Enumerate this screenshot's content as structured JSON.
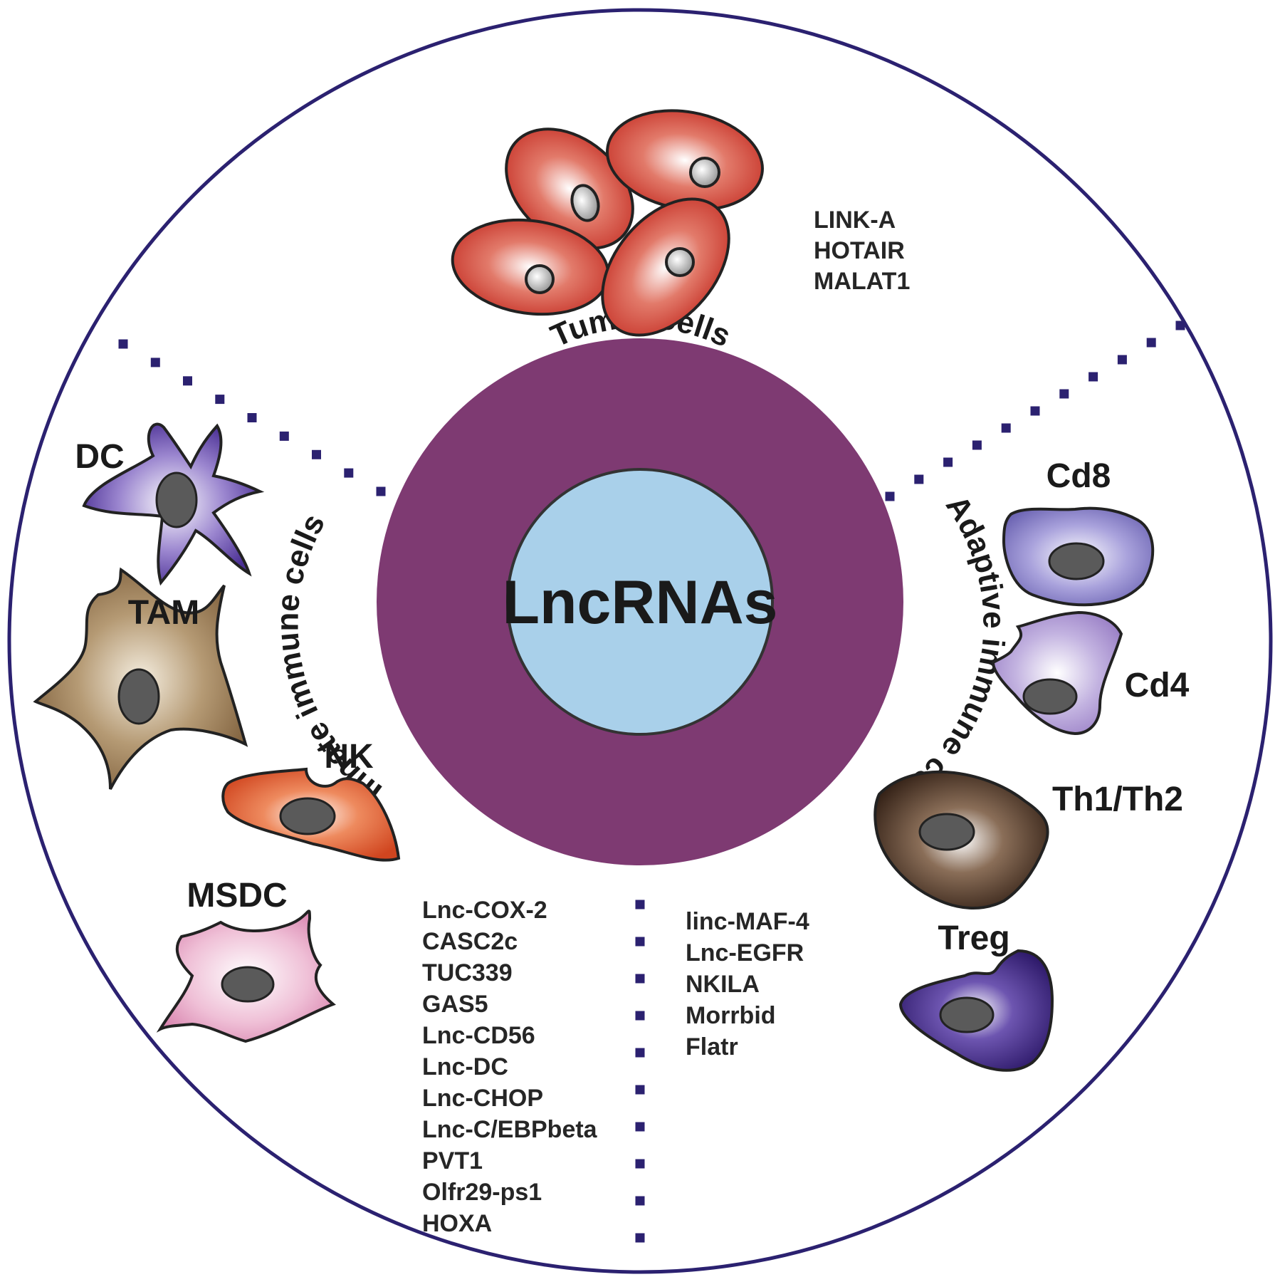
{
  "center_label": "LncRNAs",
  "ring_labels": {
    "tumor": "Tumor cells",
    "adaptive": "Adaptive immune cells",
    "innate": "Innate immune cells"
  },
  "cell_labels": {
    "dc": "DC",
    "tam": "TAM",
    "nk": "NK",
    "msdc": "MSDC",
    "cd8": "Cd8",
    "cd4": "Cd4",
    "th": "Th1/Th2",
    "treg": "Treg"
  },
  "tumor_lncrnas": [
    "LINK-A",
    "HOTAIR",
    "MALAT1"
  ],
  "innate_lncrnas": [
    "Lnc-COX-2",
    "CASC2c",
    "TUC339",
    "GAS5",
    "Lnc-CD56",
    "Lnc-DC",
    "Lnc-CHOP",
    "Lnc-C/EBPbeta",
    "PVT1",
    "Olfr29-ps1",
    "HOXA"
  ],
  "adaptive_lncrnas": [
    "linc-MAF-4",
    "Lnc-EGFR",
    "NKILA",
    "Morrbid",
    "Flatr"
  ],
  "colors": {
    "outer_circle": "#2b2170",
    "ring": "#7e3a72",
    "center": "#a9d0ea",
    "dots": "#2b2170",
    "tumor_cell": "#c8342a",
    "dc": "#5a3fa0",
    "tam": "#8a6a44",
    "nk": "#d9502a",
    "msdc": "#e6a2c4",
    "cd8": "#7c74bd",
    "cd4": "#a28ccb",
    "th": "#3c2618",
    "treg": "#3a2378",
    "nucleus": "#5a5a5a"
  }
}
